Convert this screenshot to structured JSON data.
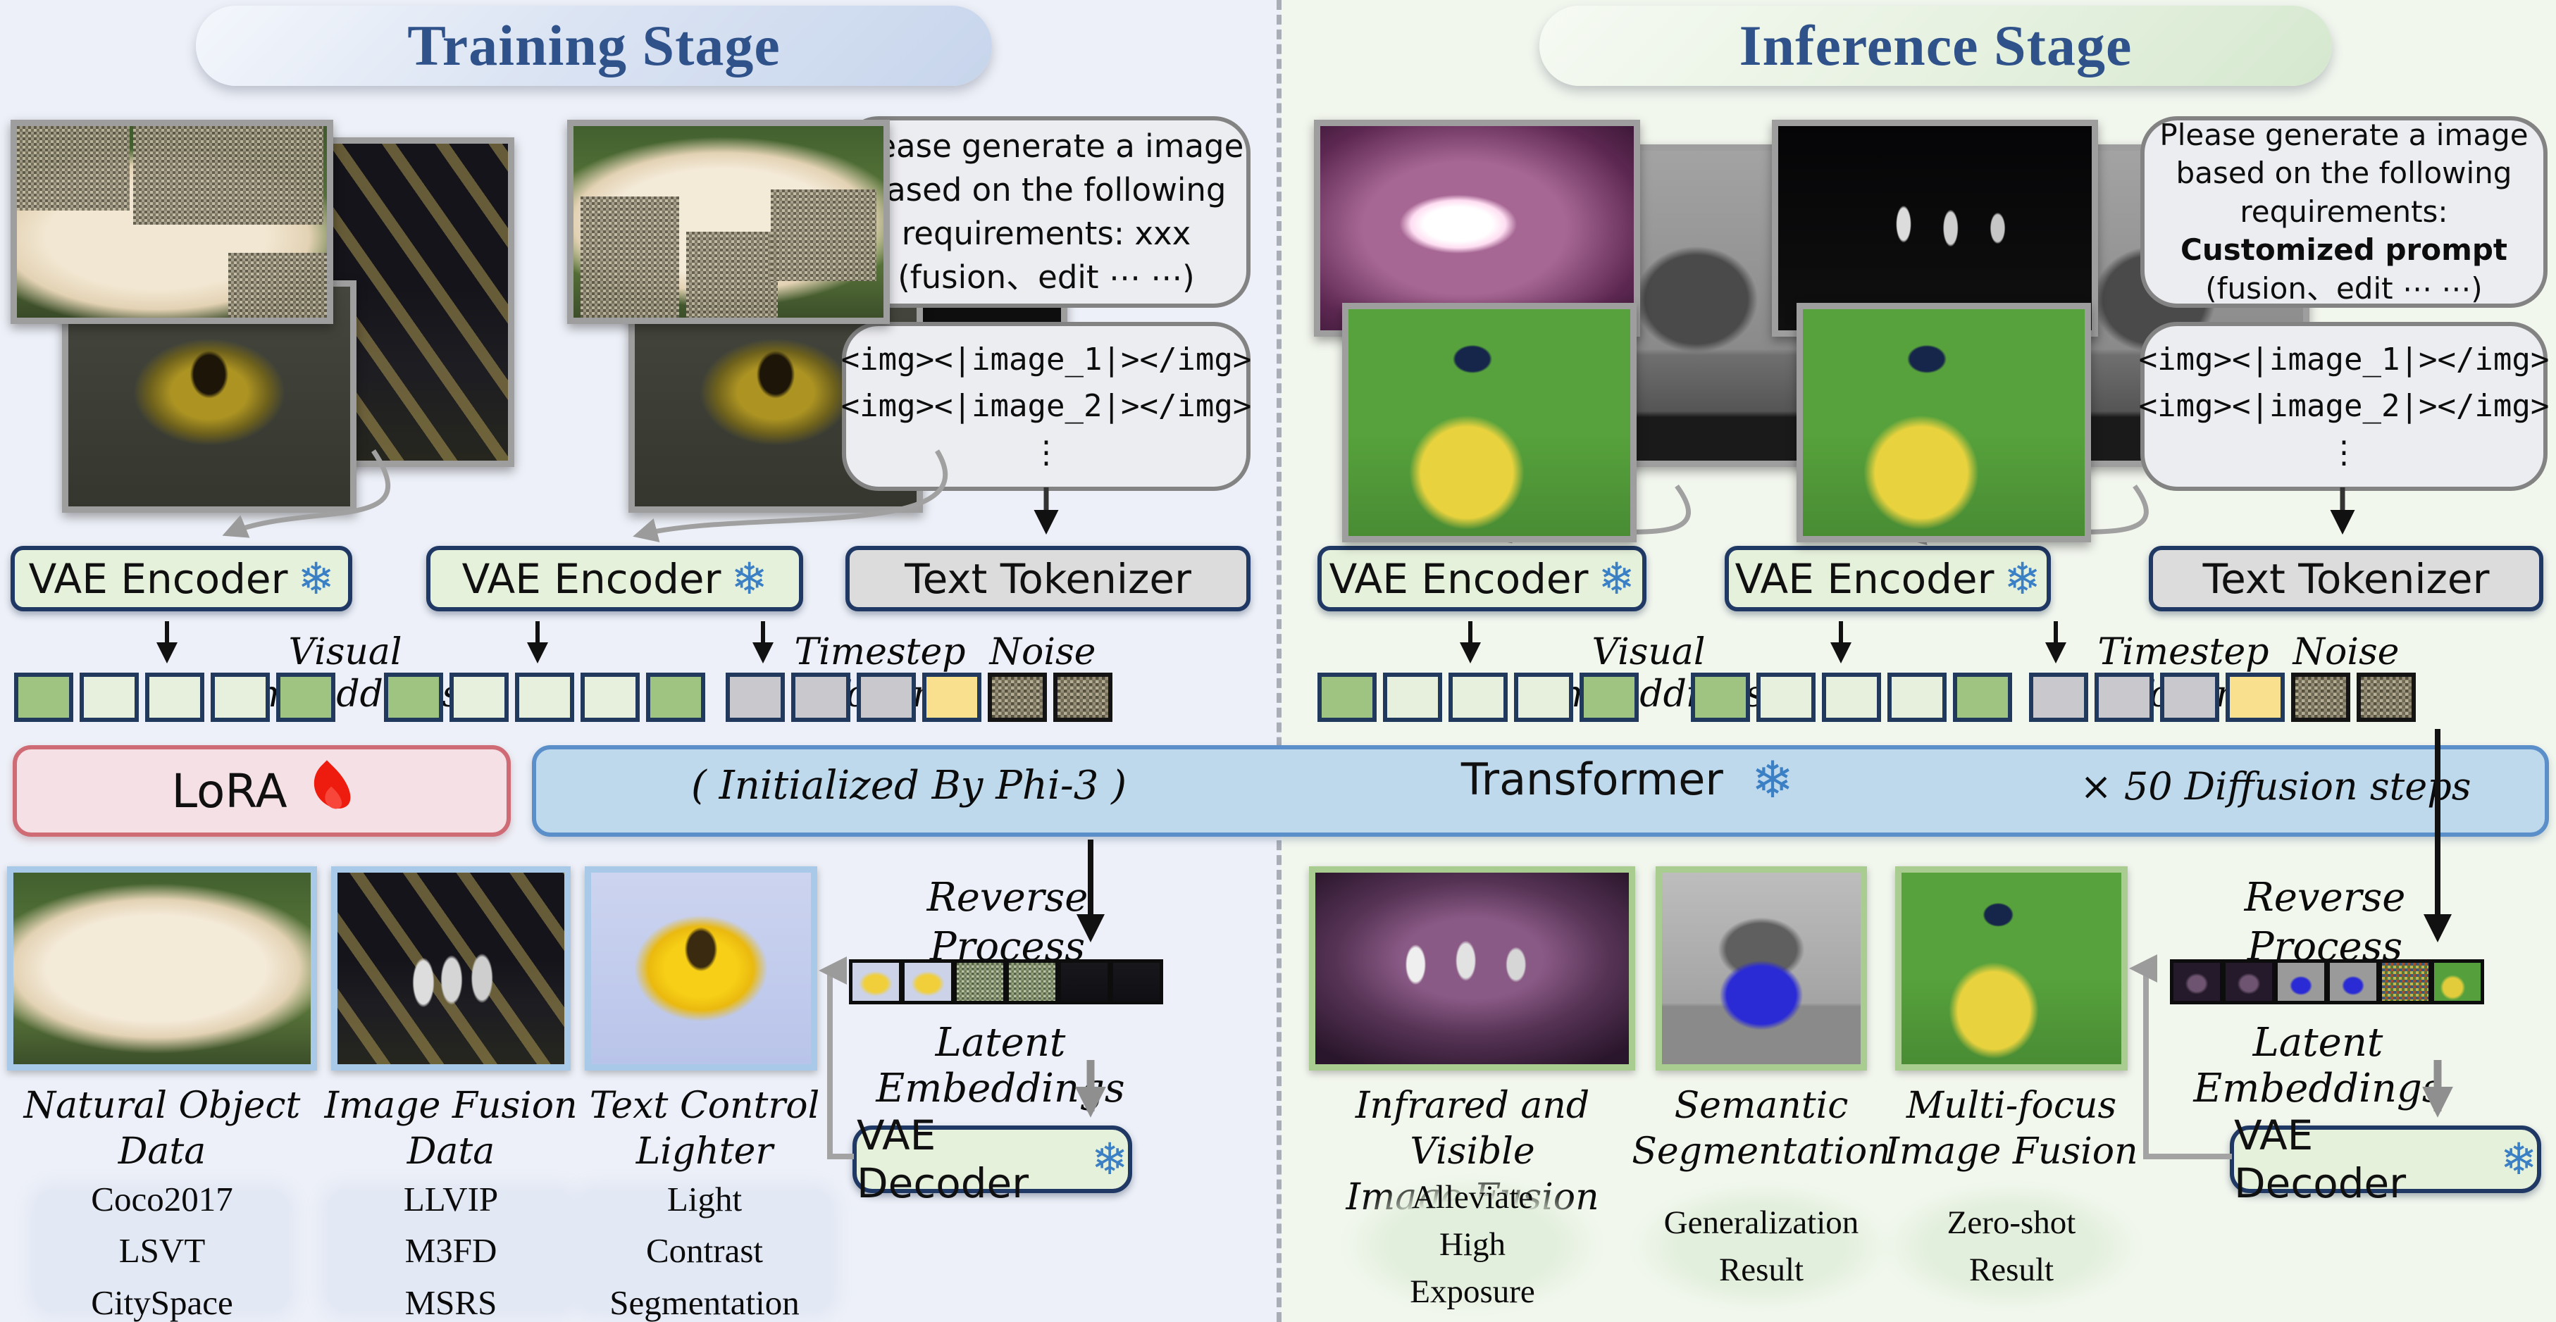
{
  "icons": {
    "frozen": "❄"
  },
  "shared": {
    "vae_encoder": "VAE Encoder",
    "text_tokenizer": "Text Tokenizer",
    "vae_decoder": "VAE Decoder",
    "visual_embeddings": "Visual Embeddings",
    "timestep_token": "Timestep Token",
    "noise": "Noise",
    "reverse_1": "Reverse",
    "reverse_2": "Process",
    "latent_embeddings": "Latent Embeddings",
    "image_tokens": [
      "<img><|image_1|></img>",
      "<img><|image_2|></img>",
      "⋮"
    ]
  },
  "training": {
    "title": "Training Stage",
    "prompt_lines": [
      "Please generate a image",
      "based on the following",
      "requirements: xxx",
      "(fusion、edit ⋯ ⋯)"
    ],
    "lora": "LoRA",
    "transformer_init": "( Initialized By Phi-3 )",
    "columns": [
      {
        "caption_1": "Natural Object",
        "caption_2": "Data",
        "datasets": [
          "Coco2017",
          "LSVT",
          "CitySpace"
        ]
      },
      {
        "caption_1": "Image Fusion",
        "caption_2": "Data",
        "datasets": [
          "LLVIP",
          "M3FD",
          "MSRS"
        ]
      },
      {
        "caption_1": "Text Control",
        "caption_2": "Lighter",
        "datasets": [
          "Light",
          "Contrast",
          "Segmentation"
        ]
      }
    ]
  },
  "inference": {
    "title": "Inference Stage",
    "prompt_lines": [
      "Please generate a image",
      "based on the following",
      "requirements:"
    ],
    "prompt_bold": "Customized prompt",
    "prompt_suffix": "(fusion、edit ⋯ ⋯)",
    "transformer": "Transformer",
    "diffusion_steps": "× 50 Diffusion steps",
    "columns": [
      {
        "caption_1": "Infrared and Visible",
        "caption_2": "Image Fusion",
        "result": [
          "Alleviate",
          "High",
          "Exposure"
        ]
      },
      {
        "caption_1": "Semantic",
        "caption_2": "Segmentation",
        "result": [
          "Generalization",
          "Result"
        ]
      },
      {
        "caption_1": "Multi-focus",
        "caption_2": "Image Fusion",
        "result": [
          "Zero-shot",
          "Result"
        ]
      }
    ]
  },
  "colors": {
    "stage_title_blue": "#30528a",
    "encoder_green_fill": "#e6f1db",
    "tokenizer_gray_fill": "#dcdcdc",
    "navy_border": "#1f3864",
    "lora_fill": "#f4e0e5",
    "lora_border": "#cf6b74",
    "transformer_fill": "#bed8ec",
    "transformer_border": "#5b8fc9",
    "token_green": "#9fc380",
    "token_pale_green": "#e7f0dd",
    "token_gray": "#c9c8cd",
    "token_yellow": "#f9e08e",
    "frozen_blue": "#3b7fc4",
    "flame_red": "#ee1c0e"
  }
}
